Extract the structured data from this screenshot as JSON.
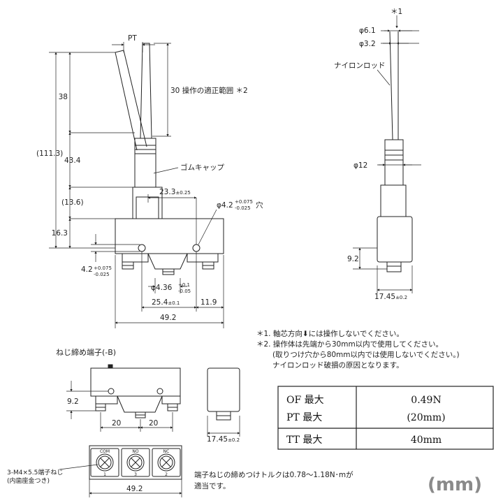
{
  "front_view": {
    "pt": "PT",
    "range_label": "30 操作の適正範囲 ＊2",
    "d38": "38",
    "d111": "(111.3)",
    "d43": "43.4",
    "rubber_cap": "ゴムキャップ",
    "d23": "23.3",
    "d23_tol": "±0.25",
    "d13": "(13.6)",
    "d16": "16.3",
    "hole_dia": "φ4.2",
    "hole_tol_upper": "+0.075",
    "hole_tol_lower": "-0.025",
    "hole_suffix": "穴",
    "d42": "4.2",
    "d42_tol_upper": "+0.075",
    "d42_tol_lower": "-0.025",
    "d436": "φ4.36",
    "d436_tol_upper": "+0.1",
    "d436_tol_lower": "-0.05",
    "d254": "25.4",
    "d254_tol": "±0.1",
    "d119": "11.9",
    "d492": "49.2"
  },
  "side_view": {
    "mark1": "＊1",
    "d61": "φ6.1",
    "d32": "φ3.2",
    "nylon_rod": "ナイロンロッド",
    "d12": "φ12",
    "d92": "9.2",
    "d1745": "17.45",
    "d1745_tol": "±0.2"
  },
  "notes": {
    "n1": "＊1. 軸芯方向⬇には操作しないでください。",
    "n2": "＊2. 操作体は先端から30mm以内で使用してください。",
    "n3": "(取りつけ穴から80mm以内では使用しないでください。)",
    "n4": "ナイロンロッド破損の原因となります。"
  },
  "screw_terminal": {
    "title": "ねじ締め端子(-B)",
    "d92": "9.2",
    "d20a": "20",
    "d20b": "20",
    "d1745": "17.45",
    "d1745_tol": "±0.2",
    "t_com": "COM",
    "t_no": "NO",
    "t_nc": "NC",
    "n_com": "1",
    "n_no": "3",
    "n_nc": "2",
    "screw_label_1": "3-M4×5.5端子ねじ",
    "screw_label_2": "(内歯座金つき)",
    "d492": "49.2",
    "torque_1": "端子ねじの締めつけトルクは0.78～1.18N･mが",
    "torque_2": "適当です。"
  },
  "spec_table": {
    "rows": [
      {
        "label": "OF  最大",
        "value": "0.49N"
      },
      {
        "label": "PT  最大",
        "value": "(20mm)"
      },
      {
        "label": "TT  最大",
        "value": "40mm"
      }
    ]
  },
  "unit": "(mm)"
}
